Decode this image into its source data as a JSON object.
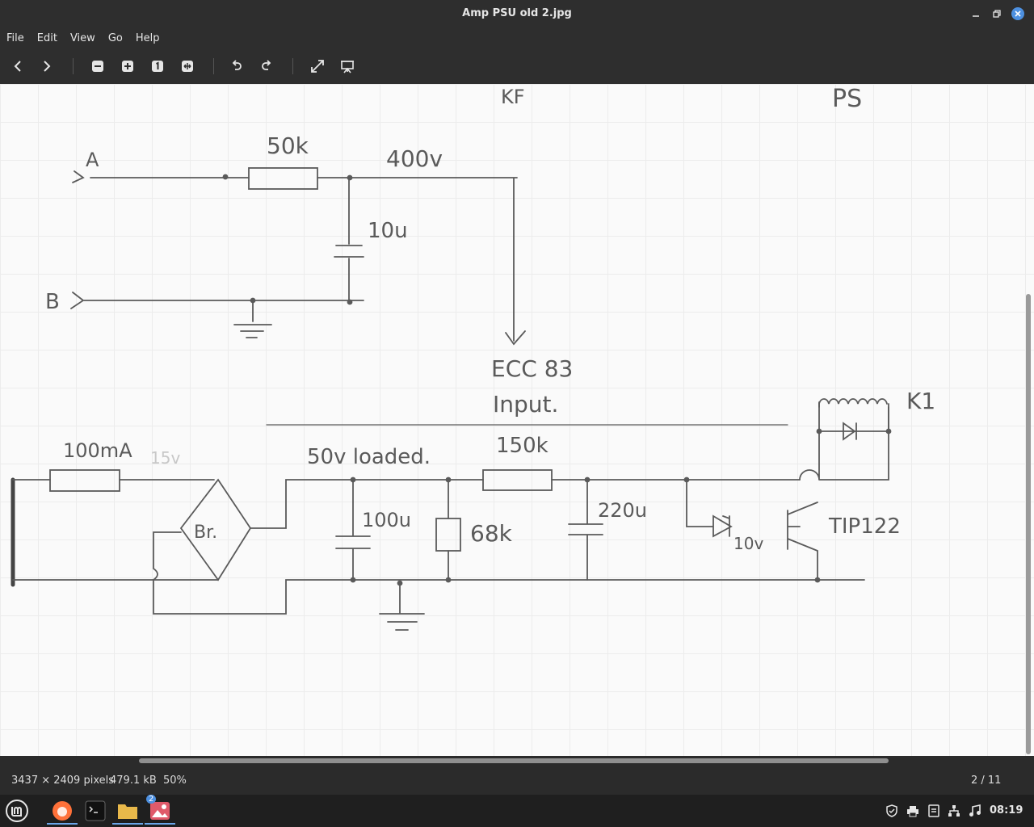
{
  "window": {
    "title": "Amp PSU old 2.jpg"
  },
  "menu": {
    "file": "File",
    "edit": "Edit",
    "view": "View",
    "go": "Go",
    "help": "Help"
  },
  "status": {
    "dimensions": "3437 × 2409 pixels",
    "size": "479.1 kB",
    "zoom": "50%",
    "position": "2 / 11"
  },
  "clock": "08:19",
  "taskbar": {
    "badge": "2"
  },
  "sketch": {
    "kf": "KF",
    "ps": "PS",
    "a": "A",
    "b": "B",
    "r50k": "50k",
    "v400": "400v",
    "c10u": "10u",
    "ecc83": "ECC 83",
    "input": "Input.",
    "k1": "K1",
    "fuse": "100mA",
    "v15": "15v",
    "loaded": "50v loaded.",
    "r150k": "150k",
    "br": "Br.",
    "c100u": "100u",
    "r68k": "68k",
    "c220u": "220u",
    "tip122": "TIP122",
    "z10v": "10v"
  },
  "colors": {
    "chrome": "#2e2e2e",
    "paper": "#fafafa",
    "pencil": "#5a5a5a",
    "accent": "#6aa5e8"
  }
}
